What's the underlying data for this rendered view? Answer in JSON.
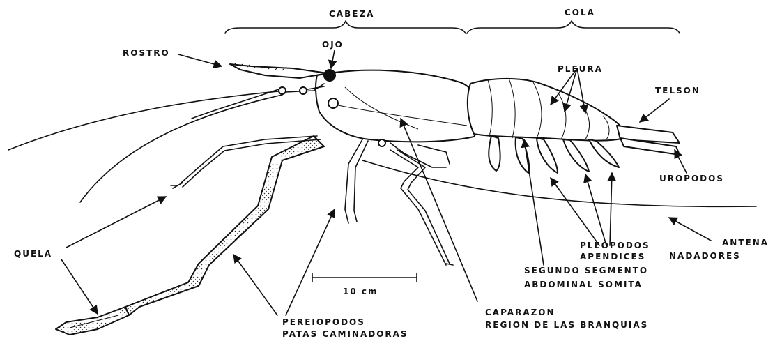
{
  "labels": {
    "cabeza": "CABEZA",
    "cola": "COLA",
    "rostro": "ROSTRO",
    "ojo": "OJO",
    "pleura": "PLEURA",
    "telson": "TELSON",
    "uropodos": "UROPODOS",
    "quela": "QUELA",
    "antena": "ANTENA",
    "pleopodos_1": "PLEOPODOS",
    "pleopodos_2": "APENDICES",
    "pleopodos_3": "NADADORES",
    "segundo_1": "SEGUNDO SEGMENTO",
    "segundo_2": "ABDOMINAL  SOMITA",
    "scale": "10  cm",
    "caparazon_1": "CAPARAZON",
    "caparazon_2": "REGION  DE  LAS  BRANQUIAS",
    "pereiopodos_1": "PEREIOPODOS",
    "pereiopodos_2": "PATAS  CAMINADORAS"
  }
}
